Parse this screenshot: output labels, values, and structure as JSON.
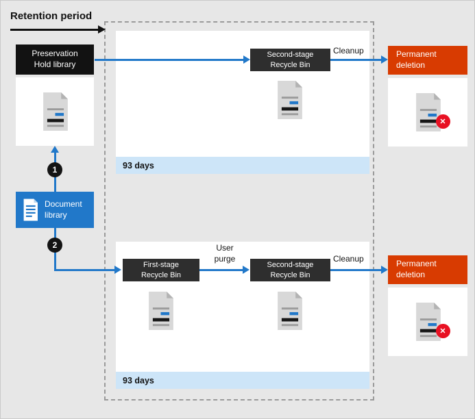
{
  "title": "Retention period",
  "colors": {
    "background": "#e7e7e7",
    "accent_blue": "#2178c9",
    "dark_node": "#121212",
    "recycle_bin_node": "#2e2e2e",
    "deletion_red": "#d83b01",
    "duration_bar": "#cde5f8",
    "delete_badge": "#e81123"
  },
  "steps": {
    "one": "1",
    "two": "2"
  },
  "nodes": {
    "preservation_hold": {
      "label": "Preservation Hold library"
    },
    "document_library": {
      "label": "Document library"
    },
    "second_stage_top": {
      "label": "Second-stage Recycle Bin"
    },
    "first_stage": {
      "label": "First-stage Recycle Bin"
    },
    "second_stage_bottom": {
      "label": "Second-stage Recycle Bin"
    },
    "permanent_deletion_top": {
      "label": "Permanent deletion"
    },
    "permanent_deletion_bottom": {
      "label": "Permanent deletion"
    }
  },
  "flow_labels": {
    "cleanup_top": "Cleanup",
    "user_purge": "User purge",
    "cleanup_bottom": "Cleanup"
  },
  "durations": {
    "top": "93 days",
    "bottom": "93 days"
  },
  "icons": {
    "document": "document-icon",
    "document_library": "document-library-icon",
    "delete_x": "delete-x-icon"
  },
  "delete_badge_glyph": "✕"
}
